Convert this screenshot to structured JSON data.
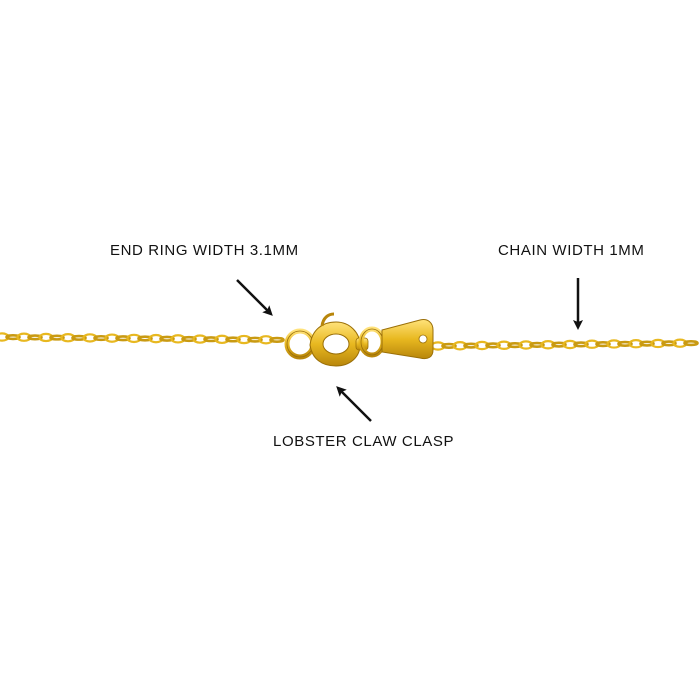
{
  "labels": {
    "end_ring": "END RING WIDTH 3.1MM",
    "chain_width": "CHAIN WIDTH 1MM",
    "clasp": "LOBSTER CLAW CLASP"
  },
  "colors": {
    "background": "#ffffff",
    "gold": "#E8B820",
    "gold_dark": "#B8860B",
    "gold_light": "#FFE27A",
    "arrow": "#111111",
    "text": "#111111"
  },
  "icons": {
    "arrow": "arrow-icon"
  }
}
